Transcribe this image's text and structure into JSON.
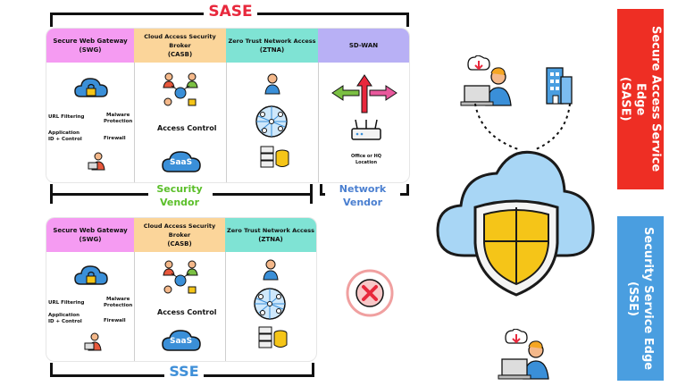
{
  "sase": {
    "title": "SASE",
    "columns": [
      {
        "title": "Secure Web Gateway",
        "sub": "(SWG)",
        "color": "#f59bf2"
      },
      {
        "title": "Cloud Access Security Broker",
        "sub": "(CASB)",
        "color": "#fbd59a"
      },
      {
        "title": "Zero Trust Network Access",
        "sub": "(ZTNA)",
        "color": "#7fe3d4"
      },
      {
        "title": "SD-WAN",
        "sub": "",
        "color": "#b8b0f5"
      }
    ],
    "swg_labels": {
      "url": "URL Filtering",
      "malware": "Malware\nProtection",
      "app": "Application\nID + Control",
      "firewall": "Firewall"
    },
    "casb_labels": {
      "access": "Access Control",
      "saas": "SaaS"
    },
    "sdwan_labels": {
      "office": "Office or HQ\nLocation"
    },
    "security_vendor": "Security\nVendor",
    "network_vendor": "Network\nVendor"
  },
  "sse": {
    "title": "SSE",
    "columns": [
      {
        "title": "Secure Web Gateway",
        "sub": "(SWG)",
        "color": "#f59bf2"
      },
      {
        "title": "Cloud Access Security Broker",
        "sub": "(CASB)",
        "color": "#fbd59a"
      },
      {
        "title": "Zero Trust Network Access",
        "sub": "(ZTNA)",
        "color": "#7fe3d4"
      }
    ],
    "swg_labels": {
      "url": "URL Filtering",
      "malware": "Malware\nProtection",
      "app": "Application\nID + Control",
      "firewall": "Firewall"
    },
    "casb_labels": {
      "access": "Access Control",
      "saas": "SaaS"
    }
  },
  "sidebar": {
    "sase_text": "Secure Access Service Edge\n(SASE)",
    "sase_color": "#ee2e24",
    "sse_text": "Security Service Edge\n(SSE)",
    "sse_color": "#4a9ee0"
  },
  "colors": {
    "security_vendor": "#5bbf2a",
    "network_vendor": "#4a7fd0",
    "sase_title": "#e8283c",
    "sse_title": "#3f8fd8"
  }
}
